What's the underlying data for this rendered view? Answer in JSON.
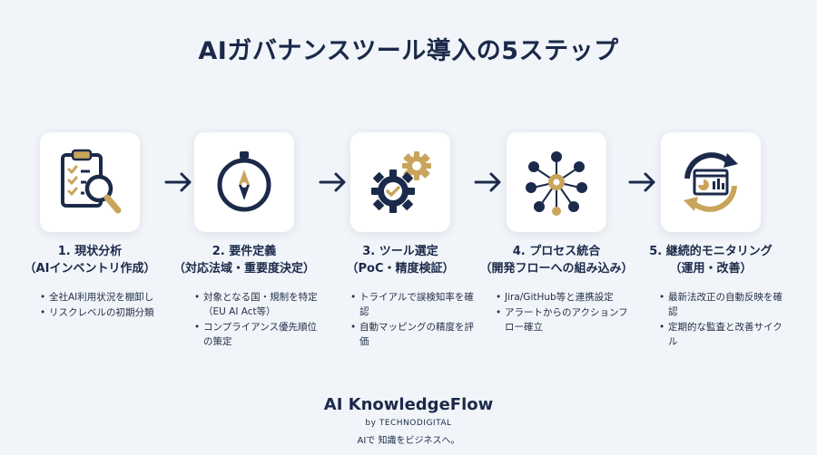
{
  "title": "AIガバナンスツール導入の5ステップ",
  "colors": {
    "navy": "#1b2a4a",
    "gold": "#c9a55c",
    "background": "#f1f5f9"
  },
  "steps": [
    {
      "icon": "clipboard-magnifier-icon",
      "title_line1": "1. 現状分析",
      "title_line2": "（AIインベントリ作成）",
      "bullets": [
        "全社AI利用状況を棚卸し",
        "リスクレベルの初期分類"
      ]
    },
    {
      "icon": "compass-icon",
      "title_line1": "2. 要件定義",
      "title_line2": "（対応法域・重要度決定）",
      "bullets": [
        "対象となる国・規制を特定（EU AI Act等）",
        "コンプライアンス優先順位の策定"
      ]
    },
    {
      "icon": "gears-check-icon",
      "title_line1": "3. ツール選定",
      "title_line2": "（PoC・精度検証）",
      "bullets": [
        "トライアルで誤検知率を確認",
        "自動マッピングの精度を評価"
      ]
    },
    {
      "icon": "integration-hub-icon",
      "title_line1": "4. プロセス統合",
      "title_line2": "（開発フローへの組み込み）",
      "bullets": [
        "Jira/GitHub等と連携設定",
        "アラートからのアクションフロー確立"
      ]
    },
    {
      "icon": "monitoring-cycle-icon",
      "title_line1": "5. 継続的モニタリング",
      "title_line2": "（運用・改善）",
      "bullets": [
        "最新法改正の自動反映を確認",
        "定期的な監査と改善サイクル"
      ]
    }
  ],
  "brand": {
    "name": "AI KnowledgeFlow",
    "by": "by TECHNODIGITAL",
    "tagline": "AIで 知識をビジネスへ。"
  }
}
